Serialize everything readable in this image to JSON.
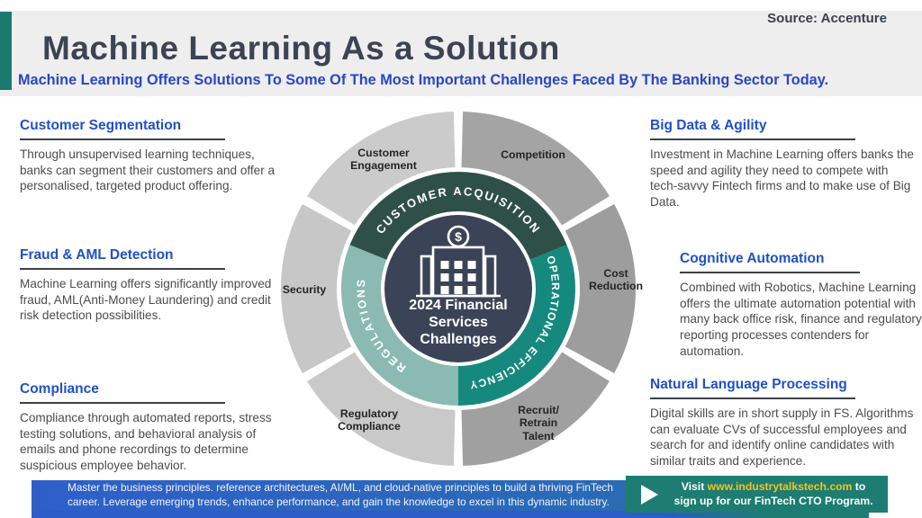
{
  "source_label": "Source: Accenture",
  "header": {
    "title": "Machine Learning As a Solution",
    "subtitle": "Machine Learning Offers Solutions To Some Of The Most Important Challenges Faced By The Banking Sector Today."
  },
  "sections_left": [
    {
      "heading": "Customer Segmentation",
      "body": "Through unsupervised learning techniques, banks can segment their customers and offer a personalised, targeted product offering."
    },
    {
      "heading": "Fraud & AML Detection",
      "body": "Machine Learning offers significantly improved fraud, AML(Anti-Money Laundering) and credit risk detection possibilities."
    },
    {
      "heading": "Compliance",
      "body": "Compliance through automated reports, stress testing solutions, and behavioral analysis of emails and phone recordings to determine suspicious employee behavior."
    }
  ],
  "sections_right": [
    {
      "heading": "Big Data & Agility",
      "body": "Investment in Machine Learning offers banks the speed and agility they need to compete with tech-savvy Fintech firms and to make use of Big Data."
    },
    {
      "heading": "Cognitive Automation",
      "body": "Combined with Robotics, Machine Learning offers the ultimate automation potential with many back office risk, finance and regulatory reporting processes contenders for automation."
    },
    {
      "heading": "Natural Language Processing",
      "body": "Digital skills are in short supply in FS. Algorithms can evaluate CVs of successful employees and search for and identify online candidates with similar traits and experience."
    }
  ],
  "diagram": {
    "center": {
      "title": "2024 Financial\nServices\nChallenges",
      "dollar_sign": "$",
      "icon": "bank-building-dollar-icon"
    },
    "inner_ring": {
      "top": "CUSTOMER ACQUISITION",
      "right": "OPERATIONAL EFFICIENCY",
      "left": "REGULATIONS"
    },
    "outer_ring": [
      "Customer\nEngagement",
      "Competition",
      "Cost\nReduction",
      "Recruit/\nRetrain\nTalent",
      "Regulatory\nCompliance",
      "Security"
    ]
  },
  "footer": {
    "promo_text": "Master the business principles. reference architectures, AI/ML, and cloud-native principles to build a thriving FinTech\ncareer. Leverage emerging trends, enhance performance, and gain the knowledge to excel in this dynamic industry.",
    "visit": {
      "prefix": "Visit ",
      "url": "www.industrytalkstech.com",
      "suffix": " to\nsign up for our FinTech CTO Program."
    }
  },
  "colors": {
    "accent_teal": "#1b7a70",
    "heading_blue": "#2050c8",
    "subtitle_blue": "#2846c8",
    "inner_dark_green": "#2f5049",
    "inner_teal": "#16897e",
    "inner_light_teal": "#8abab2",
    "center_navy": "#3b4457",
    "outer_light_gray": "#cbcbcb",
    "outer_dark_gray": "#a1a1a1",
    "footer_blue": "#2e5fc9",
    "footer_teal": "#1d7d72",
    "url_yellow": "#f2c31c"
  }
}
